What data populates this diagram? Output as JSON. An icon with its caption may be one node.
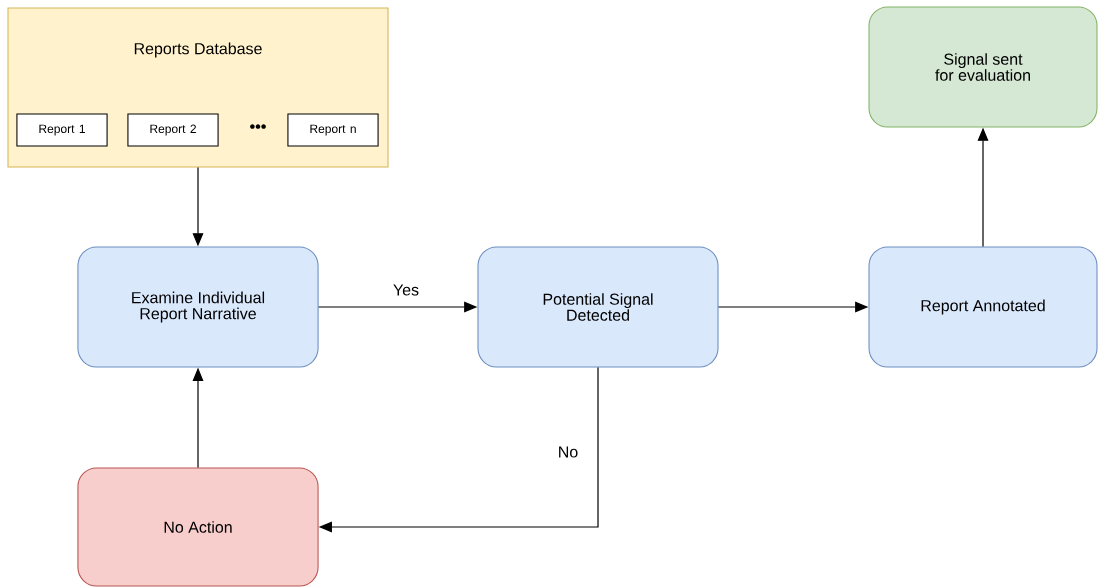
{
  "diagram": {
    "nodes": [
      {
        "text": [
          "Reports Database"
        ]
      },
      {
        "text": [
          "Report 1"
        ],
        "in": 0
      },
      {
        "text": [
          "Report 2"
        ],
        "in": 0
      },
      {
        "text": [
          "Report n"
        ],
        "in": 0
      },
      {
        "text": [
          "Examine Individual Report Narrative"
        ]
      },
      {
        "text": [
          "Potential Signal Detected"
        ]
      },
      {
        "text": [
          "Report Annotated"
        ]
      },
      {
        "text": [
          "Signal sent for evaluation"
        ]
      },
      {
        "text": [
          "No Action"
        ]
      }
    ],
    "edges": [
      {
        "from": 0,
        "to": 4,
        "arrow": "to"
      },
      {
        "from": 4,
        "to": 5,
        "arrow": "to",
        "label": "Yes"
      },
      {
        "from": 5,
        "to": 6,
        "arrow": "to"
      },
      {
        "from": 6,
        "to": 7,
        "arrow": "to"
      },
      {
        "from": 5,
        "to": 8,
        "arrow": "to",
        "label": "No"
      },
      {
        "from": 8,
        "to": 4,
        "arrow": "to"
      }
    ],
    "labels": [
      "•••"
    ]
  }
}
